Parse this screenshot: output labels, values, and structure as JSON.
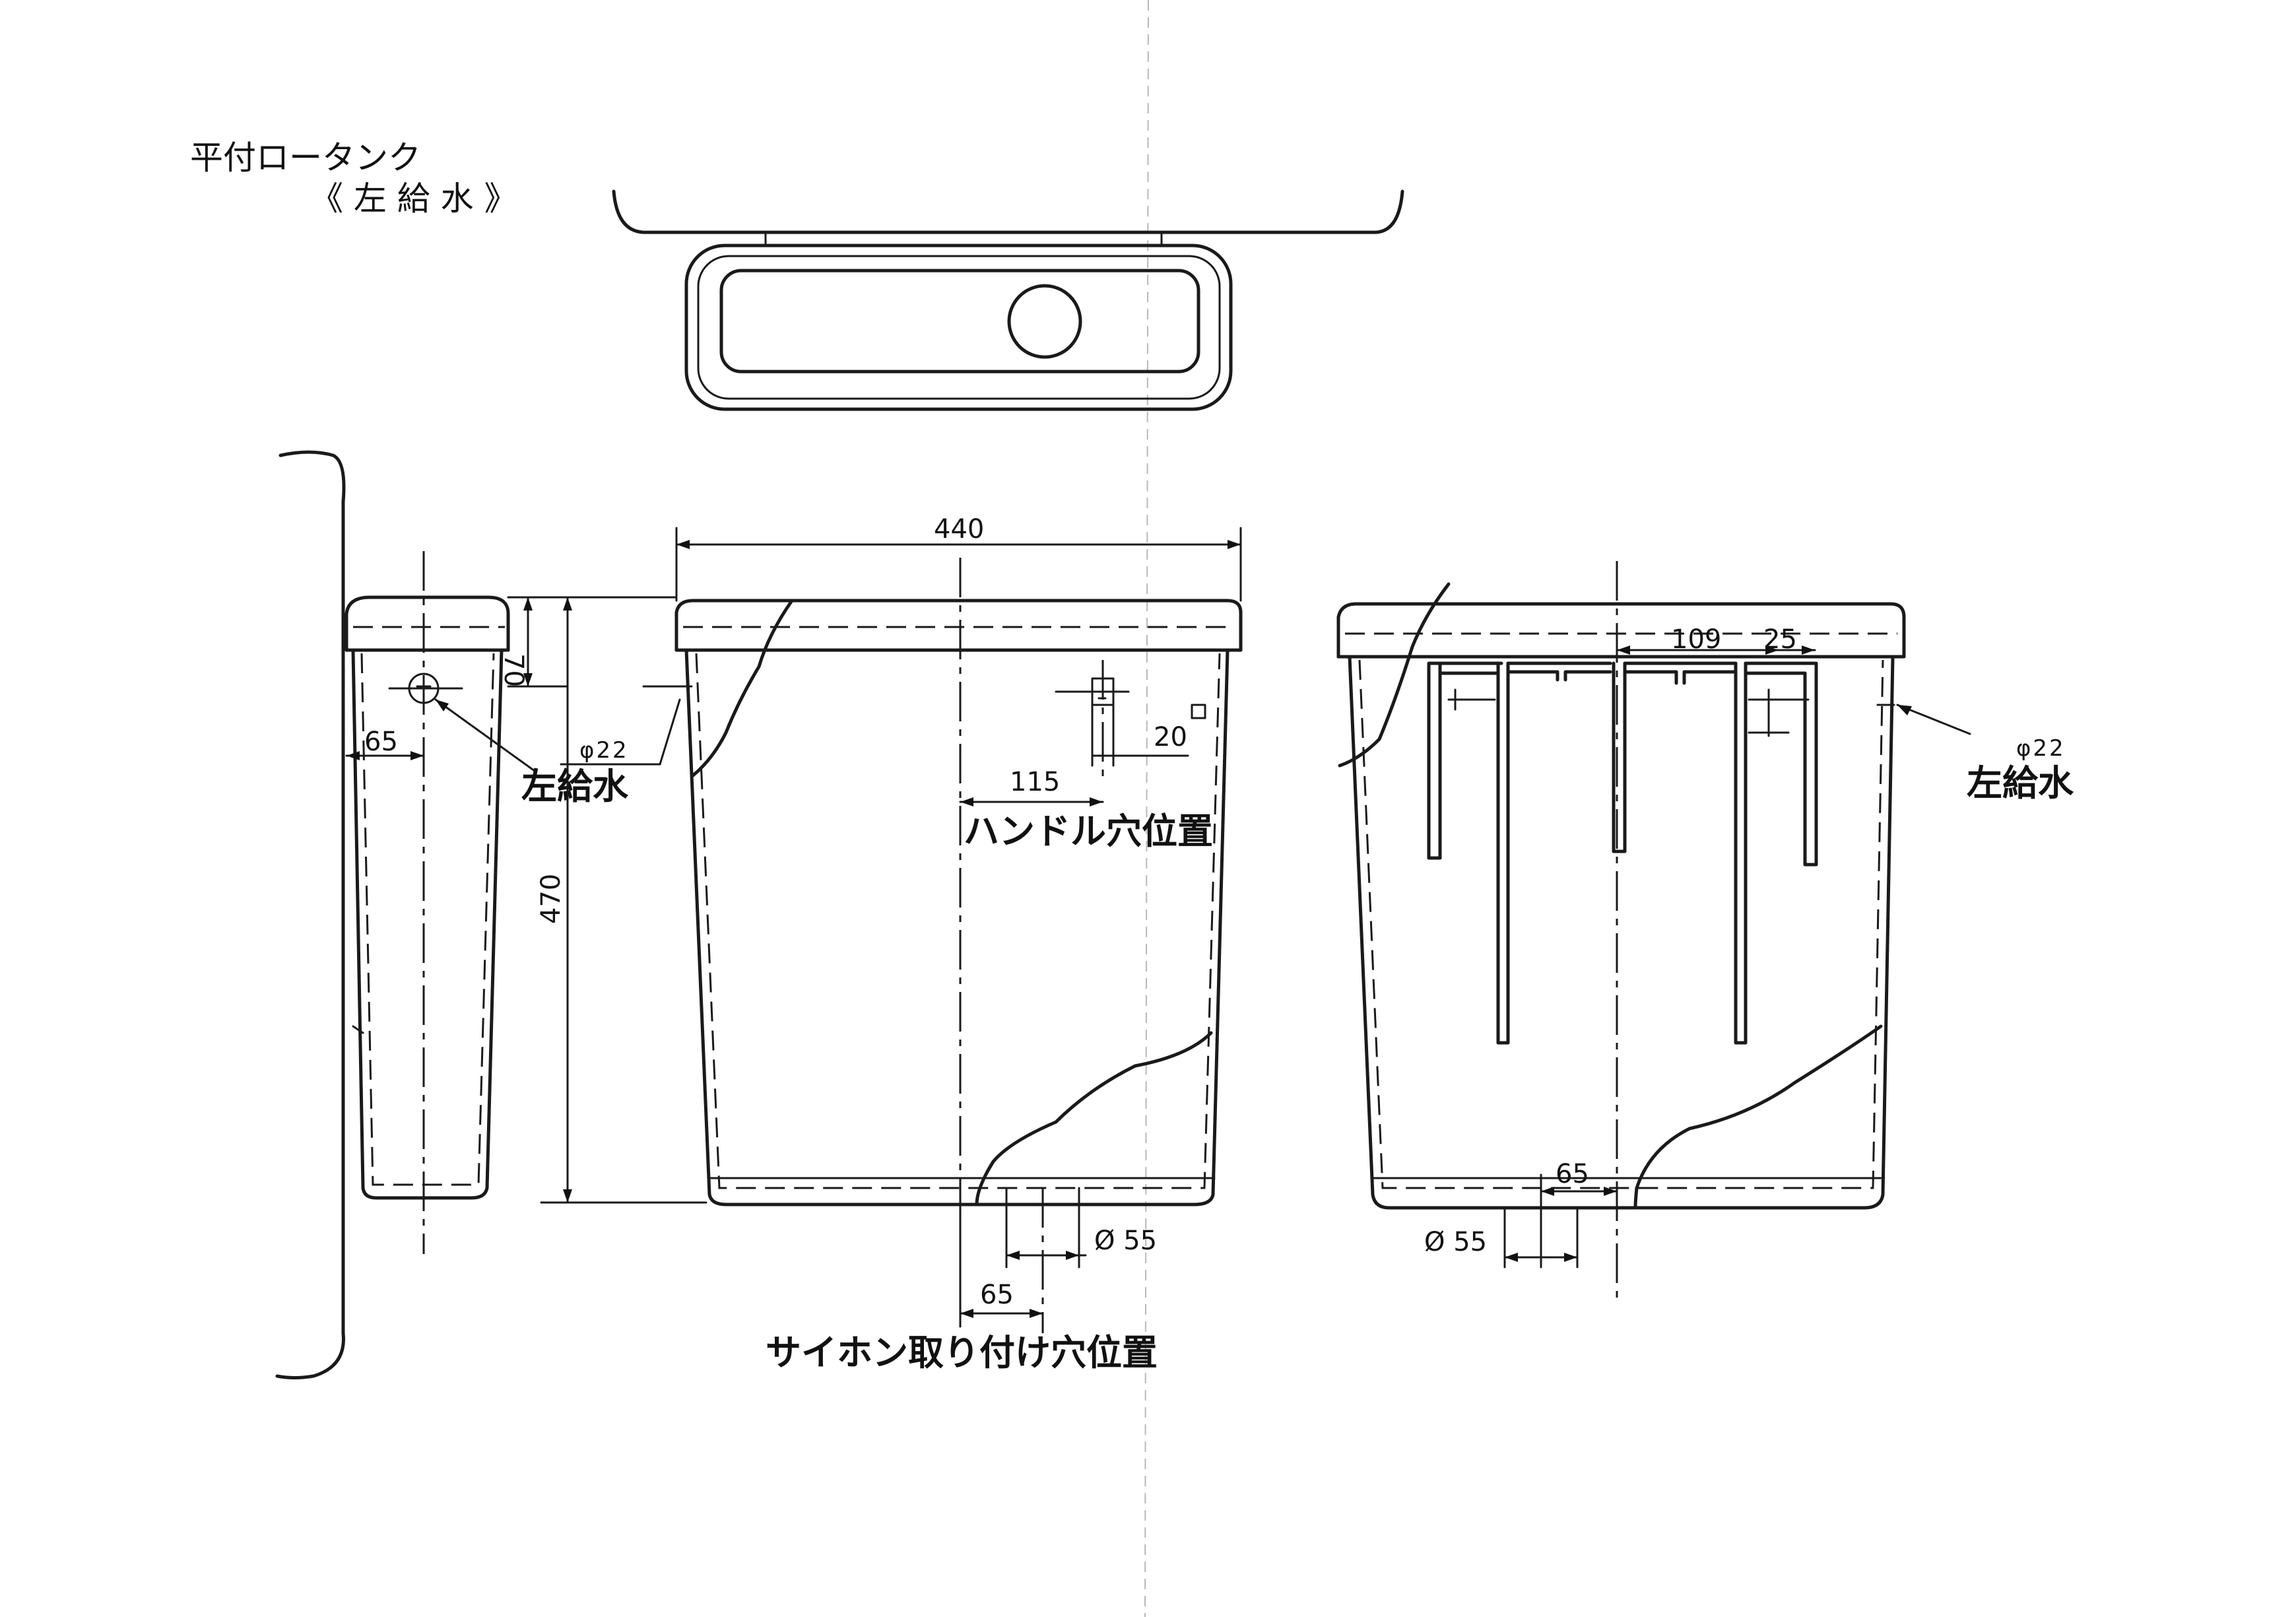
{
  "title": {
    "line1": "平付ロータンク",
    "line2": "《 左 給 水 》"
  },
  "dimensions": {
    "width": "440",
    "height": "470",
    "top_depth": "70",
    "side_offset": "65",
    "inlet_dia": "φ22",
    "handle_offset": "115",
    "handle_size": "20",
    "siphon_dia": "Ø 55",
    "siphon_offset": "65",
    "internal_a": "109",
    "internal_b": "25",
    "rear_siphon_offset": "65",
    "rear_siphon_dia": "Ø 55",
    "rear_inlet_dia": "φ22"
  },
  "labels": {
    "left_supply_side": "左給水",
    "handle_hole": "ハンドル穴位置",
    "siphon_hole": "サイホン取り付け穴位置",
    "left_supply_rear": "左給水"
  }
}
